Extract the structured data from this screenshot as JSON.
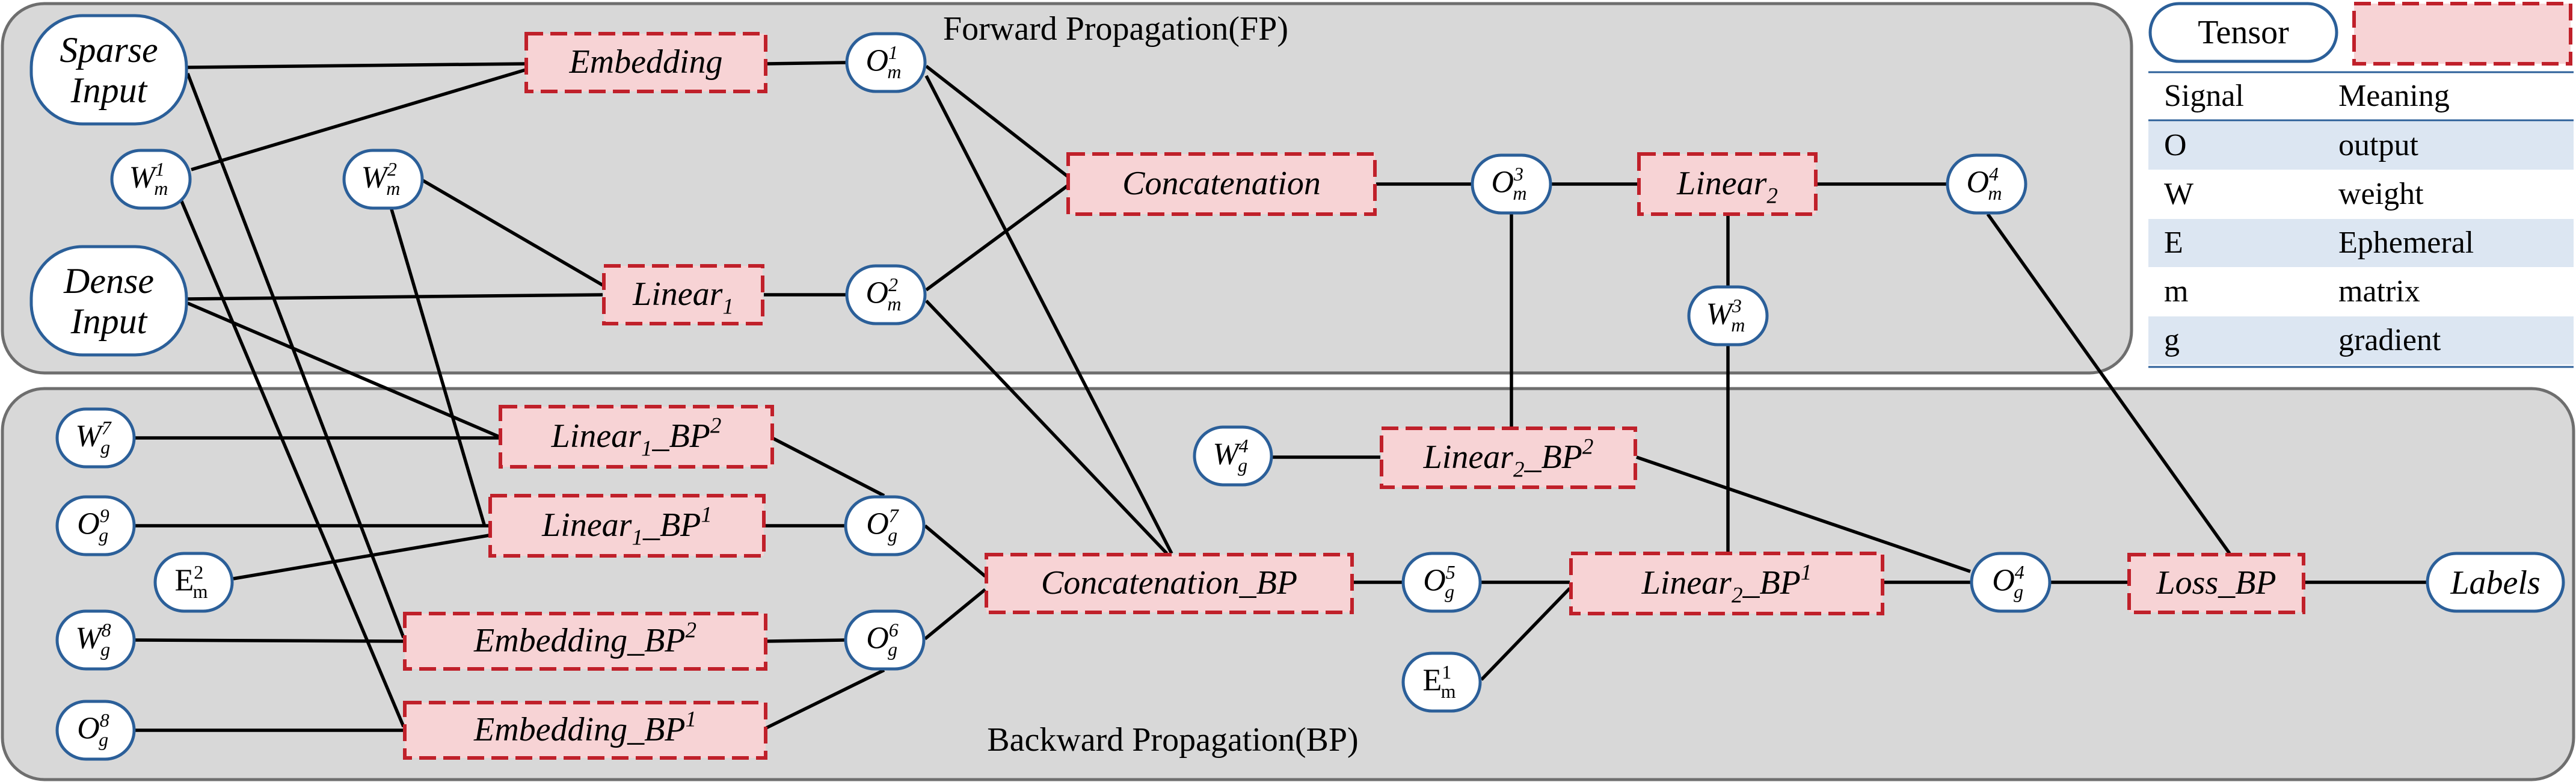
{
  "regions": {
    "forward_title": "Forward Propagation(FP)",
    "backward_title": "Backward Propagation(BP)"
  },
  "legend": {
    "tensor_label": "Tensor",
    "headers": [
      "Signal",
      "Meaning"
    ],
    "rows": [
      {
        "signal": "O",
        "meaning": "output"
      },
      {
        "signal": "W",
        "meaning": "weight"
      },
      {
        "signal": "E",
        "meaning": "Ephemeral"
      },
      {
        "signal": "m",
        "meaning": "matrix"
      },
      {
        "signal": "g",
        "meaning": "gradient"
      }
    ]
  },
  "tensors": [
    {
      "id": "sparse_input",
      "lines": [
        "Sparse",
        "Input"
      ]
    },
    {
      "id": "dense_input",
      "lines": [
        "Dense",
        "Input"
      ]
    },
    {
      "id": "w_m_1",
      "base": "W",
      "sub": "m",
      "sup": "1"
    },
    {
      "id": "w_m_2",
      "base": "W",
      "sub": "m",
      "sup": "2"
    },
    {
      "id": "w_m_3",
      "base": "W",
      "sub": "m",
      "sup": "3"
    },
    {
      "id": "o_m_1",
      "base": "O",
      "sub": "m",
      "sup": "1"
    },
    {
      "id": "o_m_2",
      "base": "O",
      "sub": "m",
      "sup": "2"
    },
    {
      "id": "o_m_3",
      "base": "O",
      "sub": "m",
      "sup": "3"
    },
    {
      "id": "o_m_4",
      "base": "O",
      "sub": "m",
      "sup": "4"
    },
    {
      "id": "w_g_7",
      "base": "W",
      "sub": "g",
      "sup": "7"
    },
    {
      "id": "o_g_9",
      "base": "O",
      "sub": "g",
      "sup": "9"
    },
    {
      "id": "e_m_2",
      "base": "E",
      "sub": "m",
      "sup": "2"
    },
    {
      "id": "w_g_8",
      "base": "W",
      "sub": "g",
      "sup": "8"
    },
    {
      "id": "o_g_8",
      "base": "O",
      "sub": "g",
      "sup": "8"
    },
    {
      "id": "o_g_7",
      "base": "O",
      "sub": "g",
      "sup": "7"
    },
    {
      "id": "o_g_6",
      "base": "O",
      "sub": "g",
      "sup": "6"
    },
    {
      "id": "w_g_4",
      "base": "W",
      "sub": "g",
      "sup": "4"
    },
    {
      "id": "o_g_5",
      "base": "O",
      "sub": "g",
      "sup": "5"
    },
    {
      "id": "e_m_1",
      "base": "E",
      "sub": "m",
      "sup": "1"
    },
    {
      "id": "o_g_4",
      "base": "O",
      "sub": "g",
      "sup": "4"
    },
    {
      "id": "labels",
      "lines": [
        "Labels"
      ]
    }
  ],
  "ops": [
    {
      "id": "embedding",
      "base": "Embedding"
    },
    {
      "id": "linear1",
      "base": "Linear",
      "sub": "1"
    },
    {
      "id": "concatenation",
      "base": "Concatenation"
    },
    {
      "id": "linear2",
      "base": "Linear",
      "sub": "2"
    },
    {
      "id": "linear1_bp2",
      "base": "Linear",
      "sub": "1",
      "rest": "_BP",
      "sup": "2"
    },
    {
      "id": "linear1_bp1",
      "base": "Linear",
      "sub": "1",
      "rest": "_BP",
      "sup": "1"
    },
    {
      "id": "embedding_bp2",
      "base": "Embedding_BP",
      "sup": "2"
    },
    {
      "id": "embedding_bp1",
      "base": "Embedding_BP",
      "sup": "1"
    },
    {
      "id": "concatenation_bp",
      "base": "Concatenation_BP"
    },
    {
      "id": "linear2_bp2",
      "base": "Linear",
      "sub": "2",
      "rest": "_BP",
      "sup": "2"
    },
    {
      "id": "linear2_bp1",
      "base": "Linear",
      "sub": "2",
      "rest": "_BP",
      "sup": "1"
    },
    {
      "id": "loss_bp",
      "base": "Loss_BP"
    }
  ],
  "edges": [
    {
      "from": "sparse_input",
      "to": "embedding"
    },
    {
      "from": "w_m_1",
      "to": "embedding"
    },
    {
      "from": "embedding",
      "to": "o_m_1"
    },
    {
      "from": "dense_input",
      "to": "linear1"
    },
    {
      "from": "w_m_2",
      "to": "linear1"
    },
    {
      "from": "linear1",
      "to": "o_m_2"
    },
    {
      "from": "o_m_1",
      "to": "concatenation"
    },
    {
      "from": "o_m_2",
      "to": "concatenation"
    },
    {
      "from": "concatenation",
      "to": "o_m_3"
    },
    {
      "from": "o_m_3",
      "to": "linear2"
    },
    {
      "from": "w_m_3",
      "to": "linear2"
    },
    {
      "from": "linear2",
      "to": "o_m_4"
    },
    {
      "from": "o_m_4",
      "to": "loss_bp"
    },
    {
      "from": "labels",
      "to": "loss_bp"
    },
    {
      "from": "loss_bp",
      "to": "o_g_4"
    },
    {
      "from": "o_g_4",
      "to": "linear2_bp1"
    },
    {
      "from": "o_g_4",
      "to": "linear2_bp2"
    },
    {
      "from": "o_m_3",
      "to": "linear2_bp2"
    },
    {
      "from": "w_m_3",
      "to": "linear2_bp1"
    },
    {
      "from": "linear2_bp2",
      "to": "w_g_4"
    },
    {
      "from": "linear2_bp1",
      "to": "o_g_5"
    },
    {
      "from": "linear2_bp1",
      "to": "e_m_1"
    },
    {
      "from": "o_g_5",
      "to": "concatenation_bp"
    },
    {
      "from": "o_m_1",
      "to": "concatenation_bp"
    },
    {
      "from": "o_m_2",
      "to": "concatenation_bp"
    },
    {
      "from": "concatenation_bp",
      "to": "o_g_7"
    },
    {
      "from": "concatenation_bp",
      "to": "o_g_6"
    },
    {
      "from": "o_g_7",
      "to": "linear1_bp2"
    },
    {
      "from": "o_g_7",
      "to": "linear1_bp1"
    },
    {
      "from": "dense_input",
      "to": "linear1_bp2"
    },
    {
      "from": "w_m_2",
      "to": "linear1_bp1"
    },
    {
      "from": "linear1_bp2",
      "to": "w_g_7"
    },
    {
      "from": "linear1_bp1",
      "to": "o_g_9"
    },
    {
      "from": "linear1_bp1",
      "to": "e_m_2"
    },
    {
      "from": "o_g_6",
      "to": "embedding_bp2"
    },
    {
      "from": "o_g_6",
      "to": "embedding_bp1"
    },
    {
      "from": "sparse_input",
      "to": "embedding_bp2"
    },
    {
      "from": "w_m_1",
      "to": "embedding_bp1"
    },
    {
      "from": "embedding_bp2",
      "to": "w_g_8"
    },
    {
      "from": "embedding_bp1",
      "to": "o_g_8"
    }
  ]
}
